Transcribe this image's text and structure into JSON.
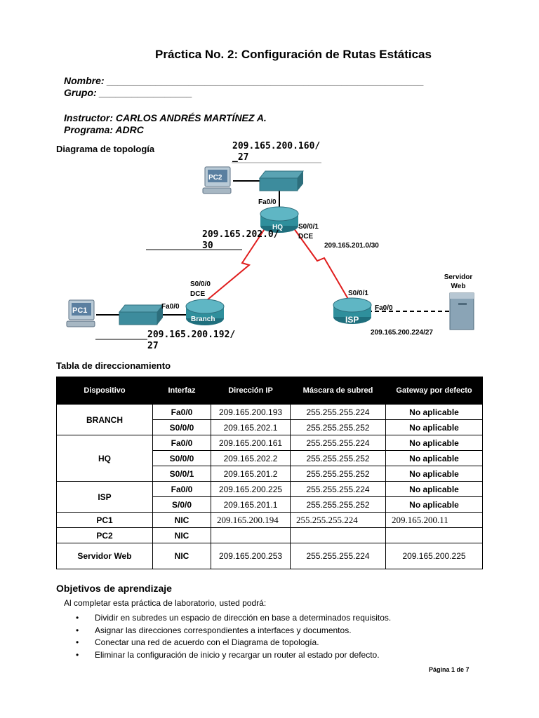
{
  "header": {
    "title": "Práctica No. 2: Configuración de Rutas Estáticas",
    "nombre": "Nombre: __________________________________________________________",
    "grupo": "Grupo: _________________",
    "instructor": "Instructor: CARLOS ANDRÉS MARTÍNEZ A.",
    "programa": "Programa: ADRC"
  },
  "topology": {
    "section_title": "Diagrama de topología",
    "net_hq_lan": [
      "209.165.200.160/",
      "_27"
    ],
    "net_branch_hq": [
      "209.165.202.0/",
      "30"
    ],
    "net_hq_isp": "209.165.201.0/30",
    "net_branch_lan": [
      "209.165.200.192/",
      "27"
    ],
    "net_isp_lan": "209.165.200.224/27",
    "labels": {
      "pc2": "PC2",
      "pc1": "PC1",
      "hq": "HQ",
      "branch": "Branch",
      "isp": "ISP",
      "server": [
        "Servidor",
        "Web"
      ],
      "hq_fa": "Fa0/0",
      "hq_s001": "S0/0/1",
      "hq_dce": "DCE",
      "branch_s000": "S0/0/0",
      "branch_dce": "DCE",
      "branch_fa": "Fa0/0",
      "isp_s001": "S0/0/1",
      "isp_fa": "Fa0/0"
    }
  },
  "addressing": {
    "section_title": "Tabla de direccionamiento",
    "headers": [
      "Dispositivo",
      "Interfaz",
      "Dirección IP",
      "Máscara de subred",
      "Gateway por defecto"
    ],
    "branch": {
      "device": "BRANCH",
      "rows": [
        [
          "Fa0/0",
          "209.165.200.193",
          "255.255.255.224",
          "No aplicable"
        ],
        [
          "S0/0/0",
          "209.165.202.1",
          "255.255.255.252",
          "No aplicable"
        ]
      ]
    },
    "hq": {
      "device": "HQ",
      "rows": [
        [
          "Fa0/0",
          "209.165.200.161",
          "255.255.255.224",
          "No aplicable"
        ],
        [
          "S0/0/0",
          "209.165.202.2",
          "255.255.255.252",
          "No aplicable"
        ],
        [
          "S0/0/1",
          "209.165.201.2",
          "255.255.255.252",
          "No aplicable"
        ]
      ]
    },
    "isp": {
      "device": "ISP",
      "rows": [
        [
          "Fa0/0",
          "209.165.200.225",
          "255.255.255.224",
          "No aplicable"
        ],
        [
          "S/0/0",
          "209.165.201.1",
          "255.255.255.252",
          "No aplicable"
        ]
      ]
    },
    "pc1": {
      "device": "PC1",
      "intf": "NIC",
      "ip": "209.165.200.194",
      "mask": "255.255.255.224",
      "gw": "209.165.200.11"
    },
    "pc2": {
      "device": "PC2",
      "intf": "NIC"
    },
    "server": {
      "device": "Servidor Web",
      "intf": "NIC",
      "ip": "209.165.200.253",
      "mask": "255.255.255.224",
      "gw": "209.165.200.225"
    }
  },
  "objectives": {
    "section_title": "Objetivos de aprendizaje",
    "intro": "Al completar esta práctica de laboratorio, usted podrá:",
    "items": [
      "Dividir en subredes un espacio de dirección en base a determinados requisitos.",
      "Asignar las direcciones correspondientes a interfaces y documentos.",
      "Conectar una red de acuerdo con el Diagrama de topología.",
      "Eliminar la configuración de inicio y recargar un router al estado por defecto."
    ]
  },
  "footer": {
    "page": "Página 1 de 7"
  },
  "colors": {
    "router": "#2f8f9c",
    "serial_link": "#e01c1c",
    "table_header": "#000000"
  }
}
